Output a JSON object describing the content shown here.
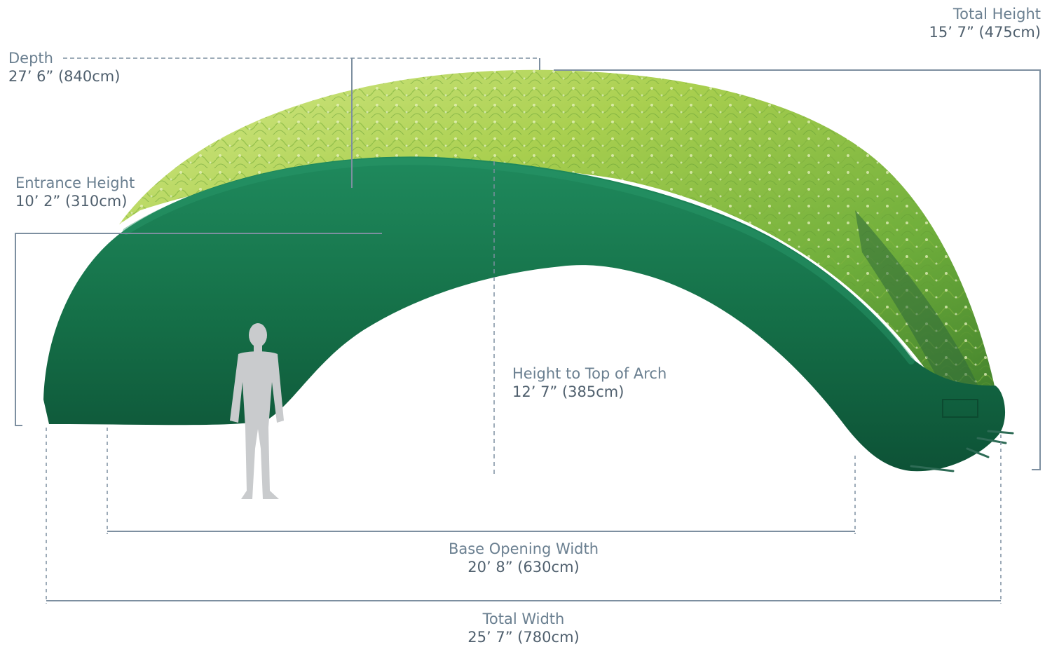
{
  "colors": {
    "dimension_line": "#7d8fa0",
    "tent_green": "#1b7a53",
    "tent_green_dark": "#0f5a3b",
    "canopy_green": "#a8cf52",
    "interior_gray": "#b9c0c4",
    "person_silhouette": "#c9cbcd"
  },
  "dimensions": {
    "total_height": {
      "name": "Total Height",
      "value": "15’ 7” (475cm)"
    },
    "depth": {
      "name": "Depth",
      "value": "27’ 6” (840cm)"
    },
    "entrance_height": {
      "name": "Entrance Height",
      "value": "10’ 2” (310cm)"
    },
    "arch_height": {
      "name": "Height to Top of Arch",
      "value": "12’ 7” (385cm)"
    },
    "base_opening_width": {
      "name": "Base Opening Width",
      "value": "20’ 8” (630cm)"
    },
    "total_width": {
      "name": "Total Width",
      "value": "25’ 7” (780cm)"
    }
  }
}
